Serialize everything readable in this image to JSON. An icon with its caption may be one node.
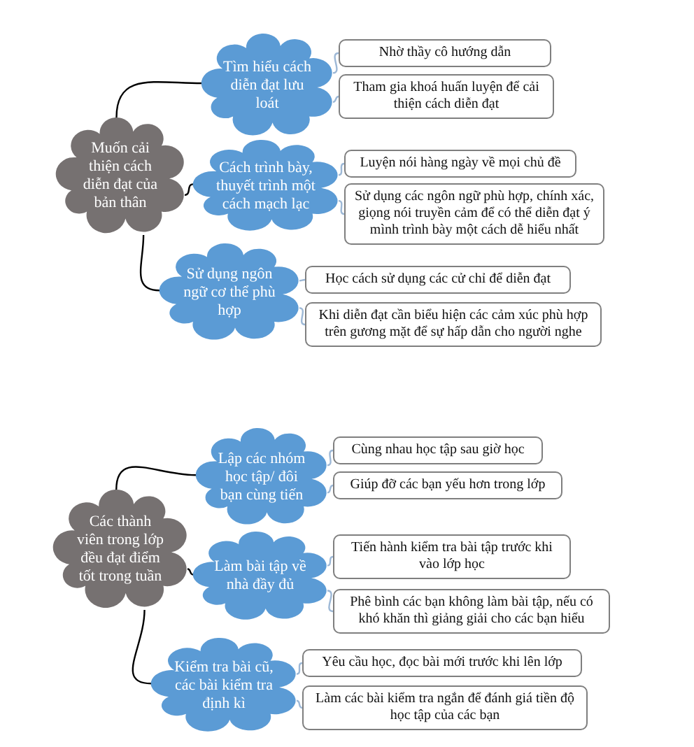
{
  "diagram": {
    "nodes": [
      {
        "text": [
          "Muốn cải thiện cách diễn đạt của bản thân"
        ]
      },
      {
        "text": [
          "Tìm hiểu cách diễn đạt lưu loát"
        ]
      },
      {
        "text": [
          "Nhờ thầy cô hướng dẫn"
        ]
      },
      {
        "text": [
          "Tham gia khoá huấn luyện để cải thiện cách diễn đạt"
        ]
      },
      {
        "text": [
          "Cách trình bày, thuyết trình một cách mạch lạc"
        ]
      },
      {
        "text": [
          "Luyện nói hàng ngày về mọi chủ đề"
        ]
      },
      {
        "text": [
          "Sử dụng các ngôn ngữ phù hợp, chính xác, giọng nói truyền cảm để có thể diễn đạt ý mình trình bày một cách dễ hiểu nhất"
        ]
      },
      {
        "text": [
          "Sử dụng ngôn ngữ cơ thể phù hợp"
        ]
      },
      {
        "text": [
          "Học cách sử dụng các cử chỉ để diễn đạt"
        ]
      },
      {
        "text": [
          "Khi diễn đạt cần biểu hiện các cảm xúc phù hợp trên gương mặt để sự hấp dẫn cho người nghe"
        ]
      },
      {
        "text": [
          "Các thành viên trong lớp đều đạt điểm tốt trong tuần"
        ]
      },
      {
        "text": [
          "Lập các nhóm học tập/ đôi bạn cùng tiến"
        ]
      },
      {
        "text": [
          "Cùng nhau học tập sau giờ học"
        ]
      },
      {
        "text": [
          "Giúp đỡ các bạn yếu hơn trong lớp"
        ]
      },
      {
        "text": [
          "Làm bài tập về nhà đầy đủ"
        ]
      },
      {
        "text": [
          "Tiến hành kiểm tra bài tập trước khi vào lớp học"
        ]
      },
      {
        "text": [
          "Phê bình các bạn không làm bài tập, nếu có khó khăn thì giảng giải cho các bạn hiểu"
        ]
      },
      {
        "text": [
          "Kiểm tra bài cũ, các bài kiểm tra định kì"
        ]
      },
      {
        "text": [
          "Yêu cầu học, đọc bài mới trước khi lên lớp"
        ]
      },
      {
        "text": [
          "Làm các bài kiểm tra ngắn để đánh giá tiền độ học tập của các bạn"
        ]
      }
    ],
    "edges": [
      {
        "from": 0,
        "to": 1,
        "arrow": "none",
        "color": "#000000"
      },
      {
        "from": 1,
        "to": 2,
        "arrow": "none"
      },
      {
        "from": 1,
        "to": 3,
        "arrow": "none"
      },
      {
        "from": 0,
        "to": 4,
        "arrow": "none",
        "color": "#000000"
      },
      {
        "from": 4,
        "to": 5,
        "arrow": "none"
      },
      {
        "from": 4,
        "to": 6,
        "arrow": "none"
      },
      {
        "from": 0,
        "to": 7,
        "arrow": "none",
        "color": "#000000"
      },
      {
        "from": 7,
        "to": 8,
        "arrow": "none"
      },
      {
        "from": 7,
        "to": 9,
        "arrow": "none"
      },
      {
        "from": 10,
        "to": 11,
        "arrow": "none",
        "color": "#000000"
      },
      {
        "from": 11,
        "to": 12,
        "arrow": "none"
      },
      {
        "from": 11,
        "to": 13,
        "arrow": "none"
      },
      {
        "from": 10,
        "to": 14,
        "arrow": "none",
        "color": "#000000"
      },
      {
        "from": 14,
        "to": 15,
        "arrow": "none"
      },
      {
        "from": 14,
        "to": 16,
        "arrow": "none"
      },
      {
        "from": 10,
        "to": 17,
        "arrow": "none",
        "color": "#000000"
      },
      {
        "from": 17,
        "to": 18,
        "arrow": "none"
      },
      {
        "from": 17,
        "to": 19,
        "arrow": "none"
      }
    ]
  }
}
